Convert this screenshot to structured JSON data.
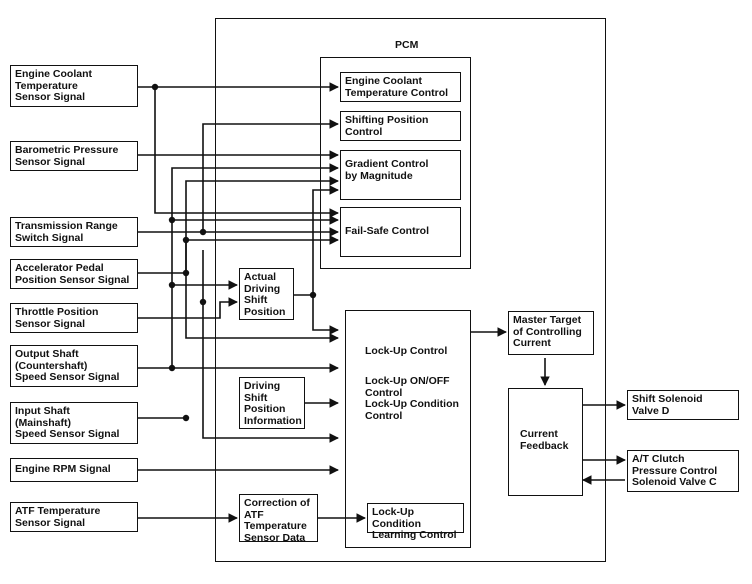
{
  "pcm_title": "PCM",
  "inputs": {
    "ect": "Engine Coolant\nTemperature\nSensor Signal",
    "baro": "Barometric Pressure\nSensor Signal",
    "tr": "Transmission Range\nSwitch Signal",
    "app": "Accelerator Pedal\nPosition Sensor Signal",
    "tp": "Throttle Position\nSensor Signal",
    "oss": "Output Shaft\n(Countershaft)\nSpeed Sensor Signal",
    "iss": "Input Shaft\n(Mainshaft)\nSpeed Sensor Signal",
    "rpm": "Engine RPM Signal",
    "atf": "ATF Temperature\nSensor Signal"
  },
  "controls": {
    "ect_ctrl": "Engine Coolant\nTemperature Control",
    "shift_pos": "Shifting Position\nControl",
    "gradient": "Gradient Control\nby Magnitude",
    "failsafe": "Fail-Safe Control"
  },
  "mid": {
    "actual": "Actual\nDriving\nShift\nPosition",
    "driving_info": "Driving\nShift\nPosition\nInformation",
    "correction": "Correction of\nATF\nTemperature\nSensor Data"
  },
  "lockup": {
    "lockup_control": "Lock-Up Control",
    "onoff": "Lock-Up ON/OFF\nControl",
    "condition": "Lock-Up Condition\nControl",
    "learning": "Lock-Up Condition\nLearning Control"
  },
  "right": {
    "master": "Master Target\nof Controlling\nCurrent",
    "feedback": "Current\nFeedback"
  },
  "outputs": {
    "solenoid_d": "Shift Solenoid\nValve D",
    "clutch_c": "A/T Clutch\nPressure Control\nSolenoid Valve C"
  }
}
